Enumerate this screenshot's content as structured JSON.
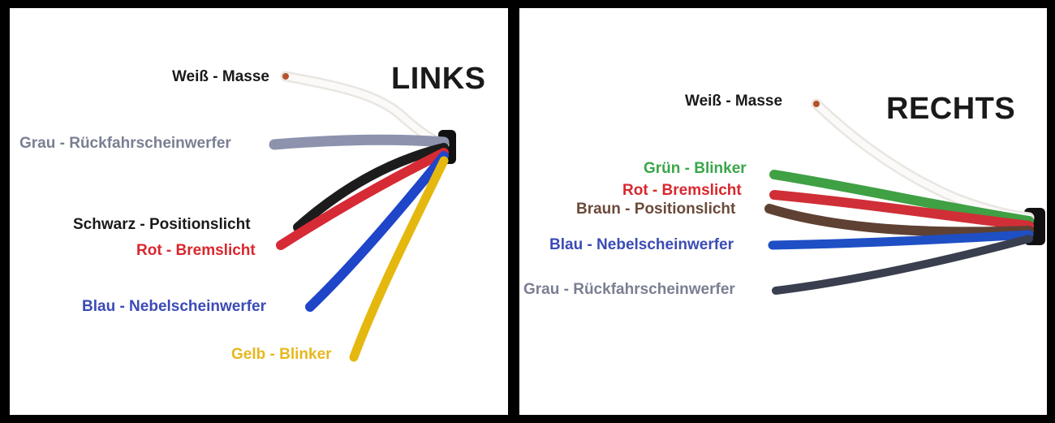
{
  "left": {
    "title": "LINKS",
    "wires": [
      {
        "label": "Weiß - Masse",
        "label_color": "#1a1a1a",
        "wire_color": "#f2f0ec"
      },
      {
        "label": "Grau - Rückfahrscheinwerfer",
        "label_color": "#7a7f92",
        "wire_color": "#8d93ad"
      },
      {
        "label": "Schwarz - Positionslicht",
        "label_color": "#1a1a1a",
        "wire_color": "#1c1c1c"
      },
      {
        "label": "Rot - Bremslicht",
        "label_color": "#d9272e",
        "wire_color": "#d62a35"
      },
      {
        "label": "Blau - Nebelscheinwerfer",
        "label_color": "#3b4bb5",
        "wire_color": "#1f45c9"
      },
      {
        "label": "Gelb - Blinker",
        "label_color": "#e6b81e",
        "wire_color": "#e5b80f"
      }
    ]
  },
  "right": {
    "title": "RECHTS",
    "wires": [
      {
        "label": "Weiß - Masse",
        "label_color": "#1a1a1a",
        "wire_color": "#f2f0ec"
      },
      {
        "label": "Grün - Blinker",
        "label_color": "#3aa64a",
        "wire_color": "#3fa044"
      },
      {
        "label": "Rot - Bremslicht",
        "label_color": "#d9272e",
        "wire_color": "#d02f37"
      },
      {
        "label": "Braun - Positionslicht",
        "label_color": "#6b4a3a",
        "wire_color": "#5e4132"
      },
      {
        "label": "Blau - Nebelscheinwerfer",
        "label_color": "#3b4bb5",
        "wire_color": "#1f4fc4"
      },
      {
        "label": "Grau - Rückfahrscheinwerfer",
        "label_color": "#7a7f92",
        "wire_color": "#3a3f4f"
      }
    ]
  }
}
